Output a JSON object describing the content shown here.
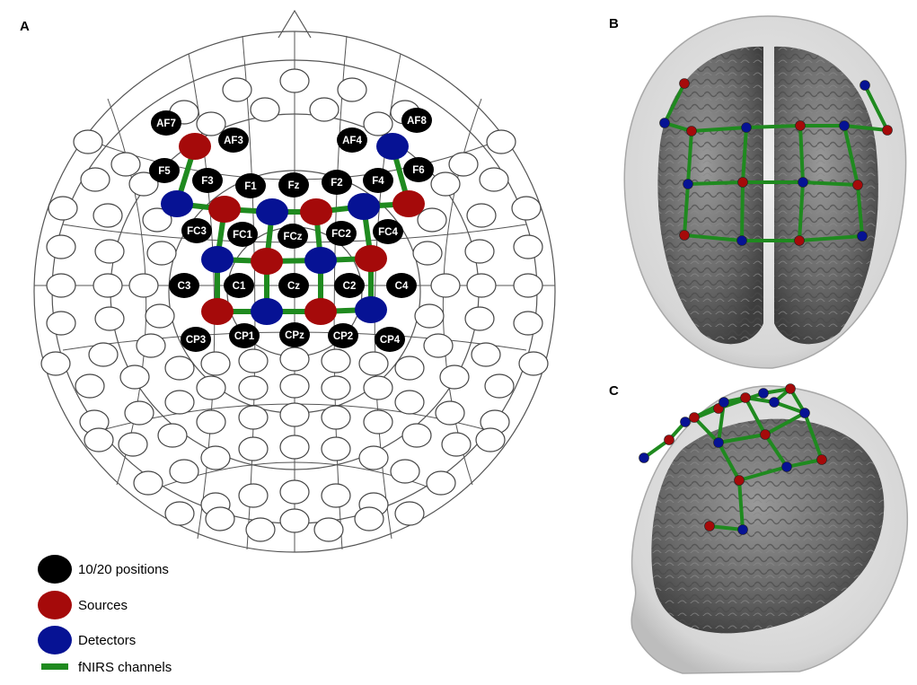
{
  "panels": {
    "a": "A",
    "b": "B",
    "c": "C"
  },
  "colors": {
    "position": "#000000",
    "source": "#a50a0a",
    "detector": "#061294",
    "channel": "#1f8a1f",
    "outline": "#555555",
    "brain": "#6d6d6d",
    "skull": "#d9d9d9"
  },
  "legend": {
    "positions": "10/20 positions",
    "sources": "Sources",
    "detectors": "Detectors",
    "channels": "fNIRS channels"
  },
  "labels": {
    "AF7": "AF7",
    "AF3": "AF3",
    "AF4": "AF4",
    "AF8": "AF8",
    "F5": "F5",
    "F3": "F3",
    "F1": "F1",
    "Fz": "Fz",
    "F2": "F2",
    "F4": "F4",
    "F6": "F6",
    "FC3": "FC3",
    "FC1": "FC1",
    "FCz": "FCz",
    "FC2": "FC2",
    "FC4": "FC4",
    "C3": "C3",
    "C1": "C1",
    "Cz": "Cz",
    "C2": "C2",
    "C4": "C4",
    "CP3": "CP3",
    "CP1": "CP1",
    "CPz": "CPz",
    "CP2": "CP2",
    "CP4": "CP4"
  }
}
